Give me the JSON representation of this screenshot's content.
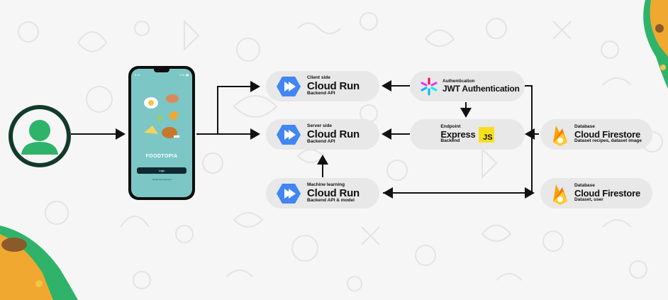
{
  "client_side": {
    "label": "Client side",
    "title": "Cloud Run",
    "sub": "Backend API"
  },
  "server_side": {
    "label": "Server side",
    "title": "Cloud Run",
    "sub": "Backend API"
  },
  "ml": {
    "label": "Machine learning",
    "title": "Cloud Run",
    "sub": "Backend API & model"
  },
  "auth": {
    "label": "Authentication",
    "title": "JWT Authentication"
  },
  "express": {
    "label": "Endpoint",
    "title": "Express",
    "sub": "Backend",
    "js": "JS"
  },
  "firestore_recipes": {
    "label": "Database",
    "title": "Cloud Firestore",
    "sub": "Dataset recipes, dataset image"
  },
  "firestore_users": {
    "label": "Database",
    "title": "Cloud Firestore",
    "sub": "Dataset, user"
  },
  "phone": {
    "app_name": "FOODTOPIA",
    "login": "Login",
    "create": "Create New Account",
    "time": "9:41",
    "signal": "LTE ▮▮"
  },
  "colors": {
    "background": "#f6f6f6",
    "card": "#e8e8e8",
    "accent_green": "#2fb36a",
    "cloud_run_blue": "#4285f4",
    "screen": "#7cc6c6"
  }
}
